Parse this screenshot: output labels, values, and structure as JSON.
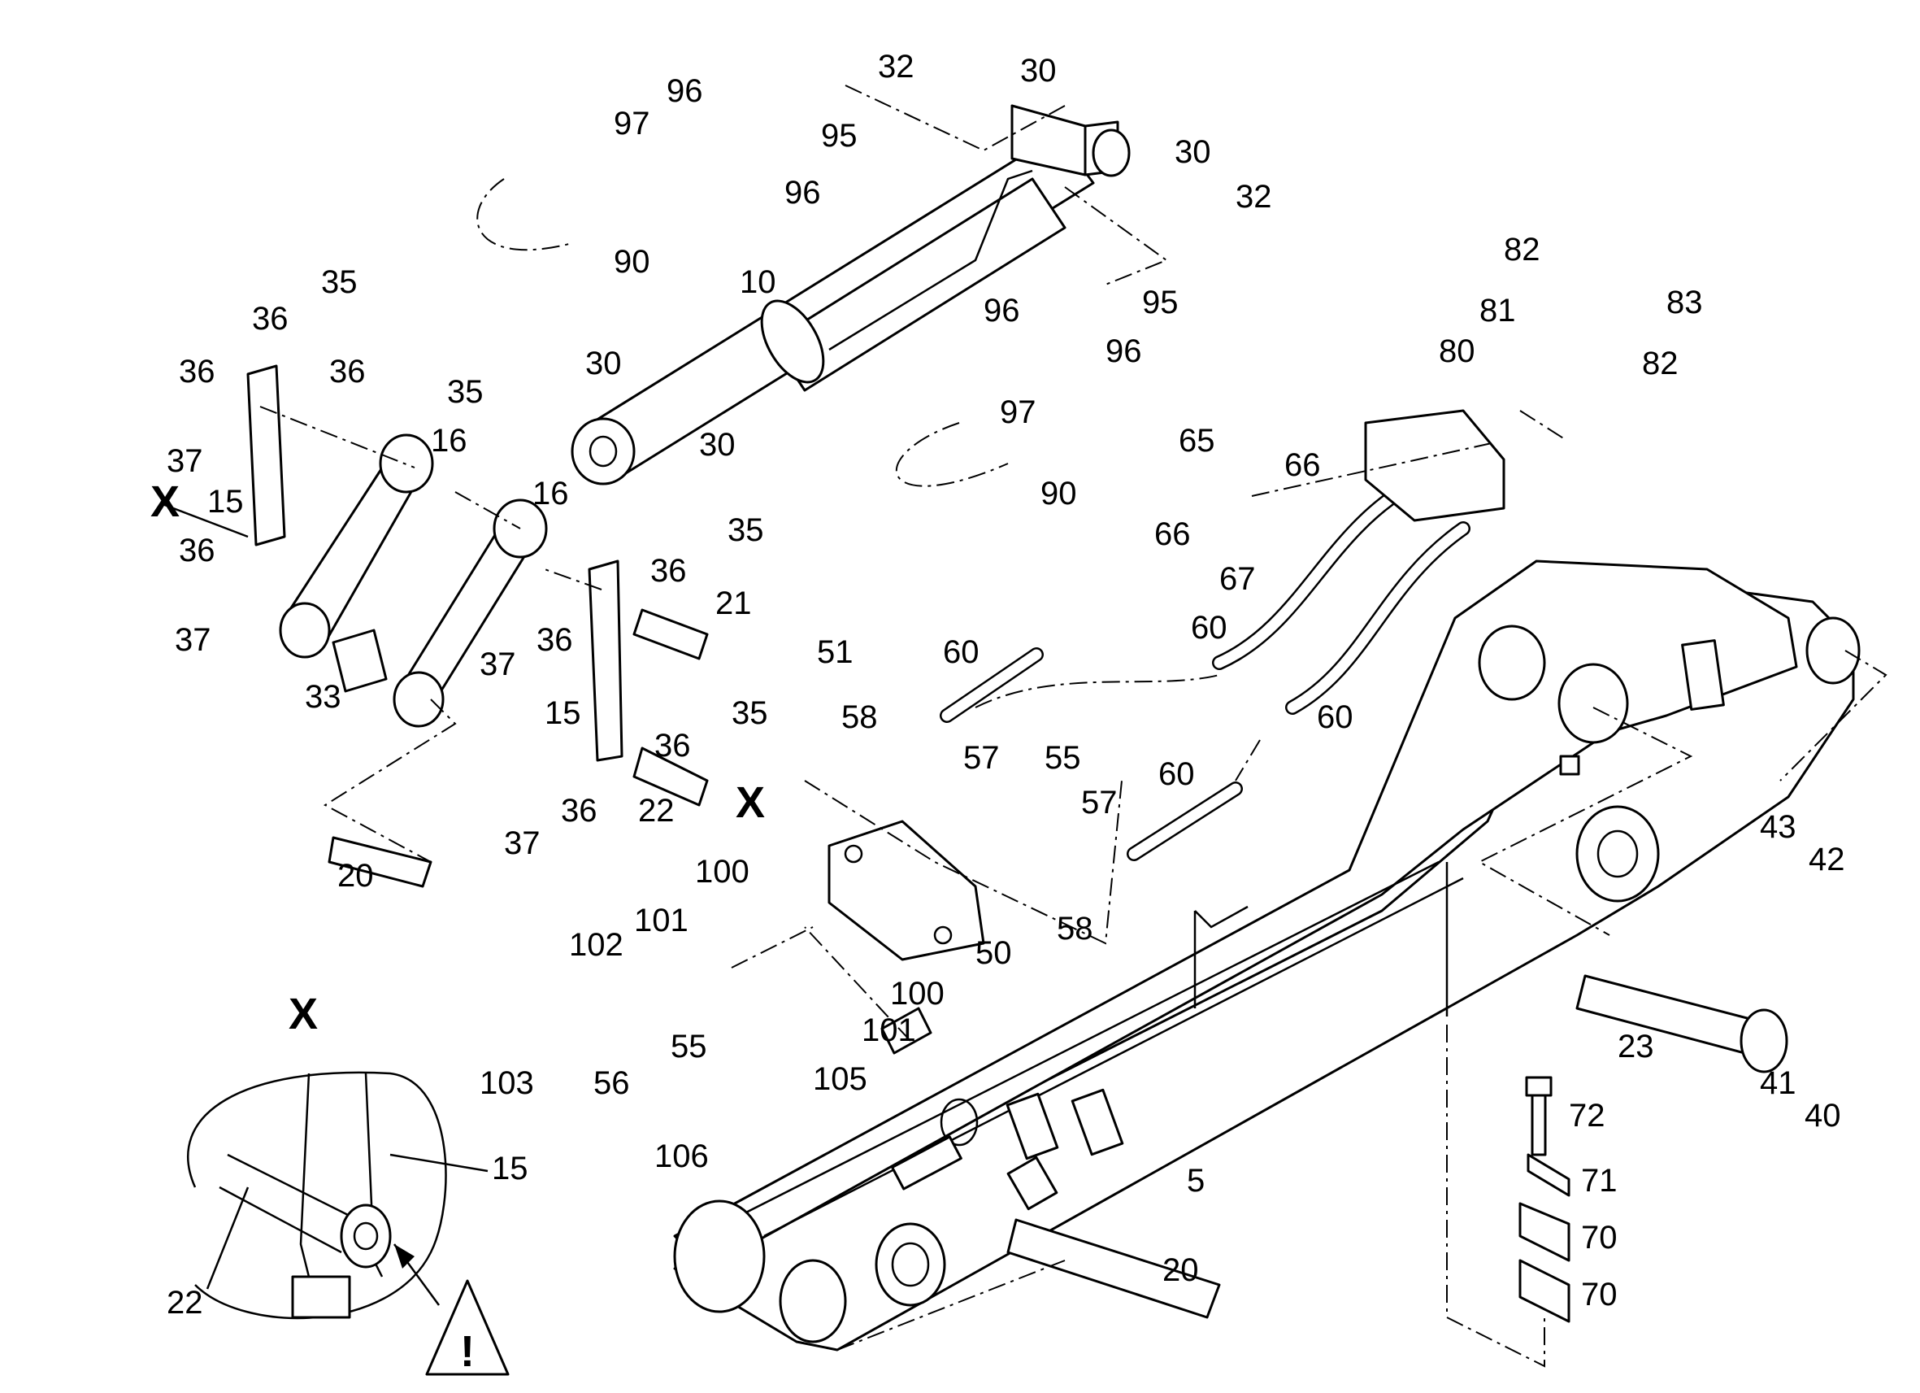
{
  "diagram": {
    "labels": [
      {
        "id": "l32a",
        "text": "32"
      },
      {
        "id": "l30a",
        "text": "30"
      },
      {
        "id": "l96a",
        "text": "96"
      },
      {
        "id": "l97a",
        "text": "97"
      },
      {
        "id": "l95a",
        "text": "95"
      },
      {
        "id": "l96b",
        "text": "96"
      },
      {
        "id": "l30b",
        "text": "30"
      },
      {
        "id": "l32b",
        "text": "32"
      },
      {
        "id": "l90a",
        "text": "90"
      },
      {
        "id": "l10",
        "text": "10"
      },
      {
        "id": "l96c",
        "text": "96"
      },
      {
        "id": "l95b",
        "text": "95"
      },
      {
        "id": "l96d",
        "text": "96"
      },
      {
        "id": "l97b",
        "text": "97"
      },
      {
        "id": "l90b",
        "text": "90"
      },
      {
        "id": "l30c",
        "text": "30"
      },
      {
        "id": "l30d",
        "text": "30"
      },
      {
        "id": "l82a",
        "text": "82"
      },
      {
        "id": "l81",
        "text": "81"
      },
      {
        "id": "l83",
        "text": "83"
      },
      {
        "id": "l80",
        "text": "80"
      },
      {
        "id": "l82b",
        "text": "82"
      },
      {
        "id": "l65",
        "text": "65"
      },
      {
        "id": "l66a",
        "text": "66"
      },
      {
        "id": "l66b",
        "text": "66"
      },
      {
        "id": "l67",
        "text": "67"
      },
      {
        "id": "l35a",
        "text": "35"
      },
      {
        "id": "l36a",
        "text": "36"
      },
      {
        "id": "l36b",
        "text": "36"
      },
      {
        "id": "l36c",
        "text": "36"
      },
      {
        "id": "l35b",
        "text": "35"
      },
      {
        "id": "l37a",
        "text": "37"
      },
      {
        "id": "l15a",
        "text": "15"
      },
      {
        "id": "l16a",
        "text": "16"
      },
      {
        "id": "l16b",
        "text": "16"
      },
      {
        "id": "l36d",
        "text": "36"
      },
      {
        "id": "l37b",
        "text": "37"
      },
      {
        "id": "l33",
        "text": "33"
      },
      {
        "id": "l35c",
        "text": "35"
      },
      {
        "id": "l36e",
        "text": "36"
      },
      {
        "id": "l21",
        "text": "21"
      },
      {
        "id": "l37c",
        "text": "37"
      },
      {
        "id": "l36f",
        "text": "36"
      },
      {
        "id": "l15b",
        "text": "15"
      },
      {
        "id": "l35d",
        "text": "35"
      },
      {
        "id": "l36g",
        "text": "36"
      },
      {
        "id": "l22a",
        "text": "22"
      },
      {
        "id": "l36h",
        "text": "36"
      },
      {
        "id": "l37d",
        "text": "37"
      },
      {
        "id": "l20a",
        "text": "20"
      },
      {
        "id": "l51",
        "text": "51"
      },
      {
        "id": "l60a",
        "text": "60"
      },
      {
        "id": "l60b",
        "text": "60"
      },
      {
        "id": "l60c",
        "text": "60"
      },
      {
        "id": "l60d",
        "text": "60"
      },
      {
        "id": "l58a",
        "text": "58"
      },
      {
        "id": "l57a",
        "text": "57"
      },
      {
        "id": "l55a",
        "text": "55"
      },
      {
        "id": "l57b",
        "text": "57"
      },
      {
        "id": "l58b",
        "text": "58"
      },
      {
        "id": "l100a",
        "text": "100"
      },
      {
        "id": "l101a",
        "text": "101"
      },
      {
        "id": "l102",
        "text": "102"
      },
      {
        "id": "l50",
        "text": "50"
      },
      {
        "id": "l100b",
        "text": "100"
      },
      {
        "id": "l101b",
        "text": "101"
      },
      {
        "id": "l103",
        "text": "103"
      },
      {
        "id": "l56",
        "text": "56"
      },
      {
        "id": "l55b",
        "text": "55"
      },
      {
        "id": "l105",
        "text": "105"
      },
      {
        "id": "l106",
        "text": "106"
      },
      {
        "id": "l43",
        "text": "43"
      },
      {
        "id": "l42",
        "text": "42"
      },
      {
        "id": "l23",
        "text": "23"
      },
      {
        "id": "l41",
        "text": "41"
      },
      {
        "id": "l40",
        "text": "40"
      },
      {
        "id": "l72",
        "text": "72"
      },
      {
        "id": "l71",
        "text": "71"
      },
      {
        "id": "l70a",
        "text": "70"
      },
      {
        "id": "l70b",
        "text": "70"
      },
      {
        "id": "l5",
        "text": "5"
      },
      {
        "id": "l20b",
        "text": "20"
      },
      {
        "id": "l15c",
        "text": "15"
      },
      {
        "id": "l22b",
        "text": "22"
      }
    ],
    "markers": {
      "x1": "X",
      "x2": "X",
      "x3": "X"
    },
    "warning_symbol": "!"
  }
}
